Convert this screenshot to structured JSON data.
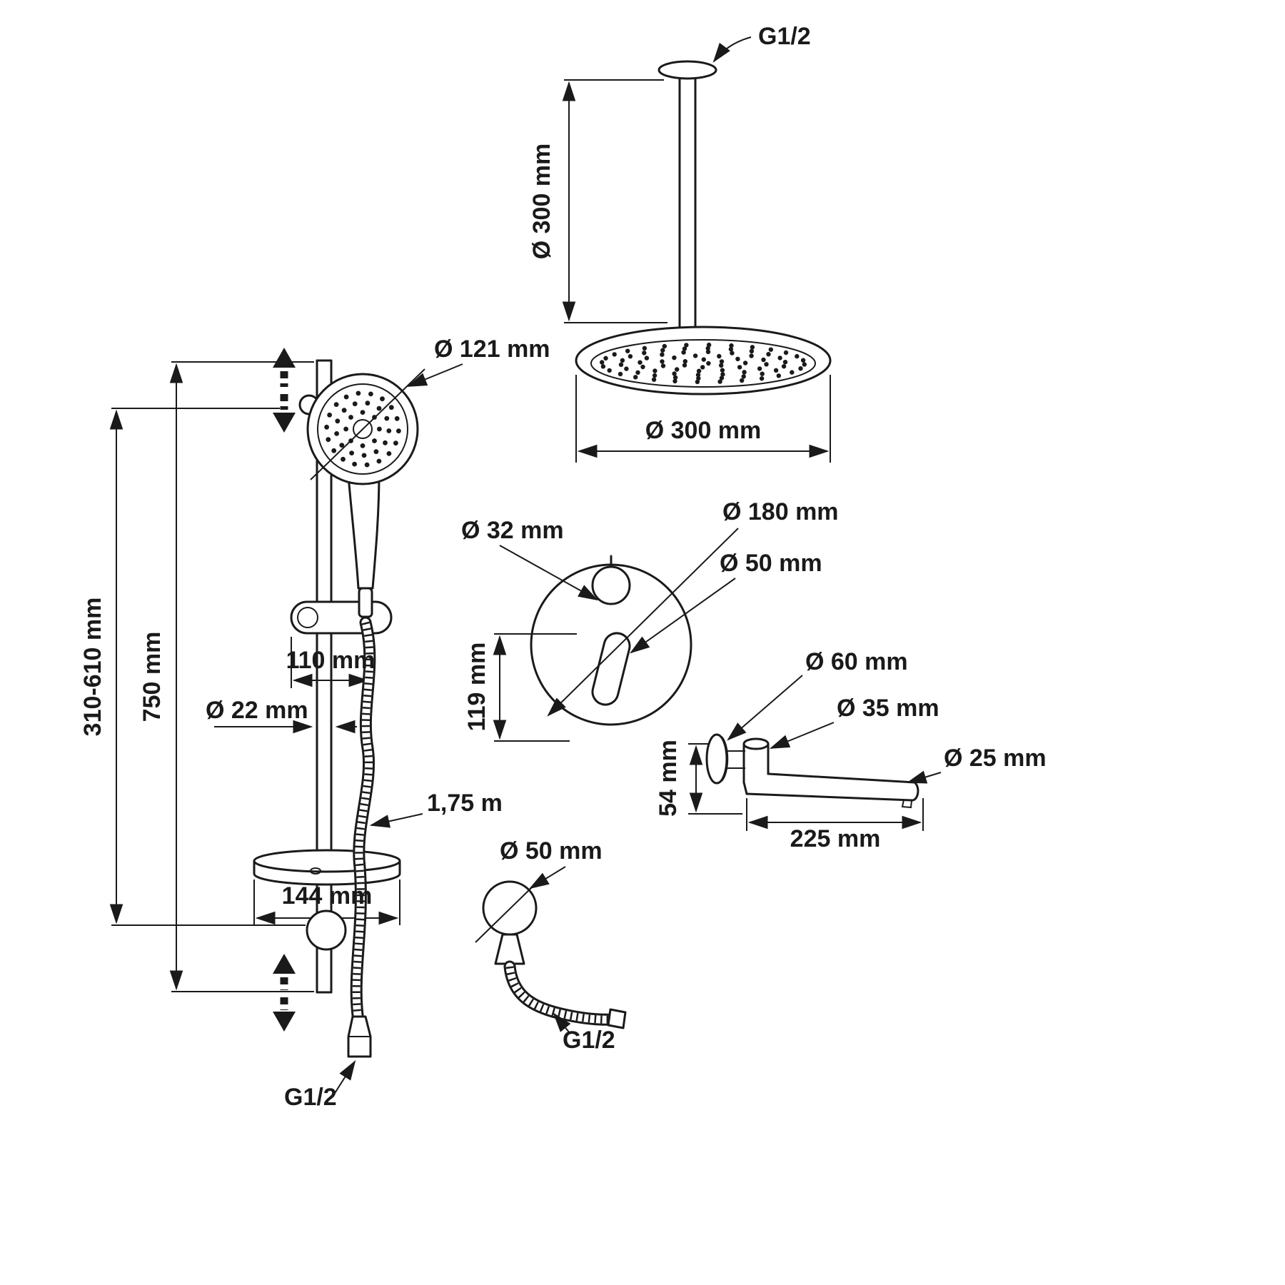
{
  "diagram_title": "Shower system dimension drawing",
  "colors": {
    "line": "#1a1a1a",
    "background": "#ffffff"
  },
  "labels": {
    "ceiling_shower": {
      "thread": "G1/2",
      "arm_height": "Ø 300 mm",
      "head_diameter": "Ø 300 mm"
    },
    "hand_shower": {
      "head_diameter": "Ø 121 mm",
      "slider_travel": "310-610 mm",
      "bar_height": "750 mm",
      "holder_width": "110 mm",
      "bar_diameter": "Ø 22 mm",
      "hose_length": "1,75 m",
      "shelf_width": "144 mm",
      "hose_thread": "G1/2"
    },
    "mixer": {
      "knob_diameter": "Ø 32 mm",
      "plate_diameter": "Ø 180 mm",
      "lever_diameter": "Ø 50 mm",
      "height": "119 mm"
    },
    "spout": {
      "flange_diameter": "Ø 60 mm",
      "joint_diameter": "Ø 35 mm",
      "pipe_diameter": "Ø 25 mm",
      "height": "54 mm",
      "length": "225 mm"
    },
    "wall_outlet": {
      "diameter": "Ø 50 mm",
      "thread": "G1/2"
    }
  }
}
